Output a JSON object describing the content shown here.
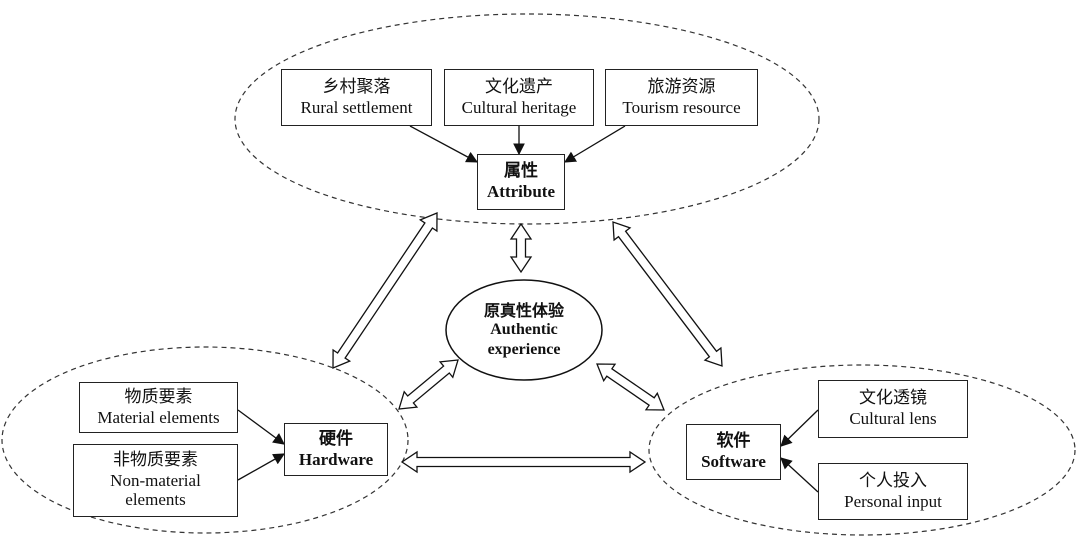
{
  "attribute_group": {
    "items": [
      {
        "zh": "乡村聚落",
        "en": "Rural settlement"
      },
      {
        "zh": "文化遗产",
        "en": "Cultural heritage"
      },
      {
        "zh": "旅游资源",
        "en": "Tourism resource"
      }
    ],
    "core": {
      "zh": "属性",
      "en": "Attribute"
    }
  },
  "hardware_group": {
    "items": [
      {
        "zh": "物质要素",
        "en": "Material elements"
      },
      {
        "zh": "非物质要素",
        "en": "Non-material elements"
      }
    ],
    "core": {
      "zh": "硬件",
      "en": "Hardware"
    }
  },
  "software_group": {
    "items": [
      {
        "zh": "文化透镜",
        "en": "Cultural lens"
      },
      {
        "zh": "个人投入",
        "en": "Personal input"
      }
    ],
    "core": {
      "zh": "软件",
      "en": "Software"
    }
  },
  "center": {
    "zh": "原真性体验",
    "en_line1": "Authentic",
    "en_line2": "experience"
  }
}
